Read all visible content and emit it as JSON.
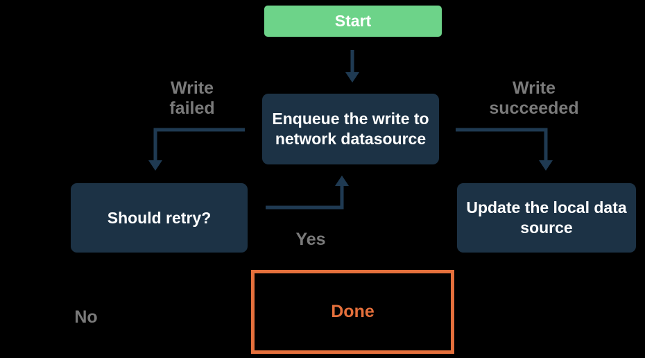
{
  "background": "#000000",
  "palette": {
    "start_green": "#6DD389",
    "node_navy": "#1C3245",
    "arrow_navy": "#1F3A52",
    "label_gray": "#7A7A7A",
    "done_orange": "#E5703C",
    "node_text": "#FFFFFF"
  },
  "nodes": {
    "start": {
      "label": "Start"
    },
    "enqueue": {
      "line1": "Enqueue the write to",
      "line2": "network datasource"
    },
    "should_retry": {
      "label": "Should retry?"
    },
    "update_local": {
      "line1": "Update the local data",
      "line2": "source"
    },
    "done": {
      "label": "Done"
    }
  },
  "edge_labels": {
    "write_failed": {
      "line1": "Write",
      "line2": "failed"
    },
    "write_succeeded": {
      "line1": "Write",
      "line2": "succeeded"
    },
    "yes": "Yes",
    "no": "No"
  }
}
